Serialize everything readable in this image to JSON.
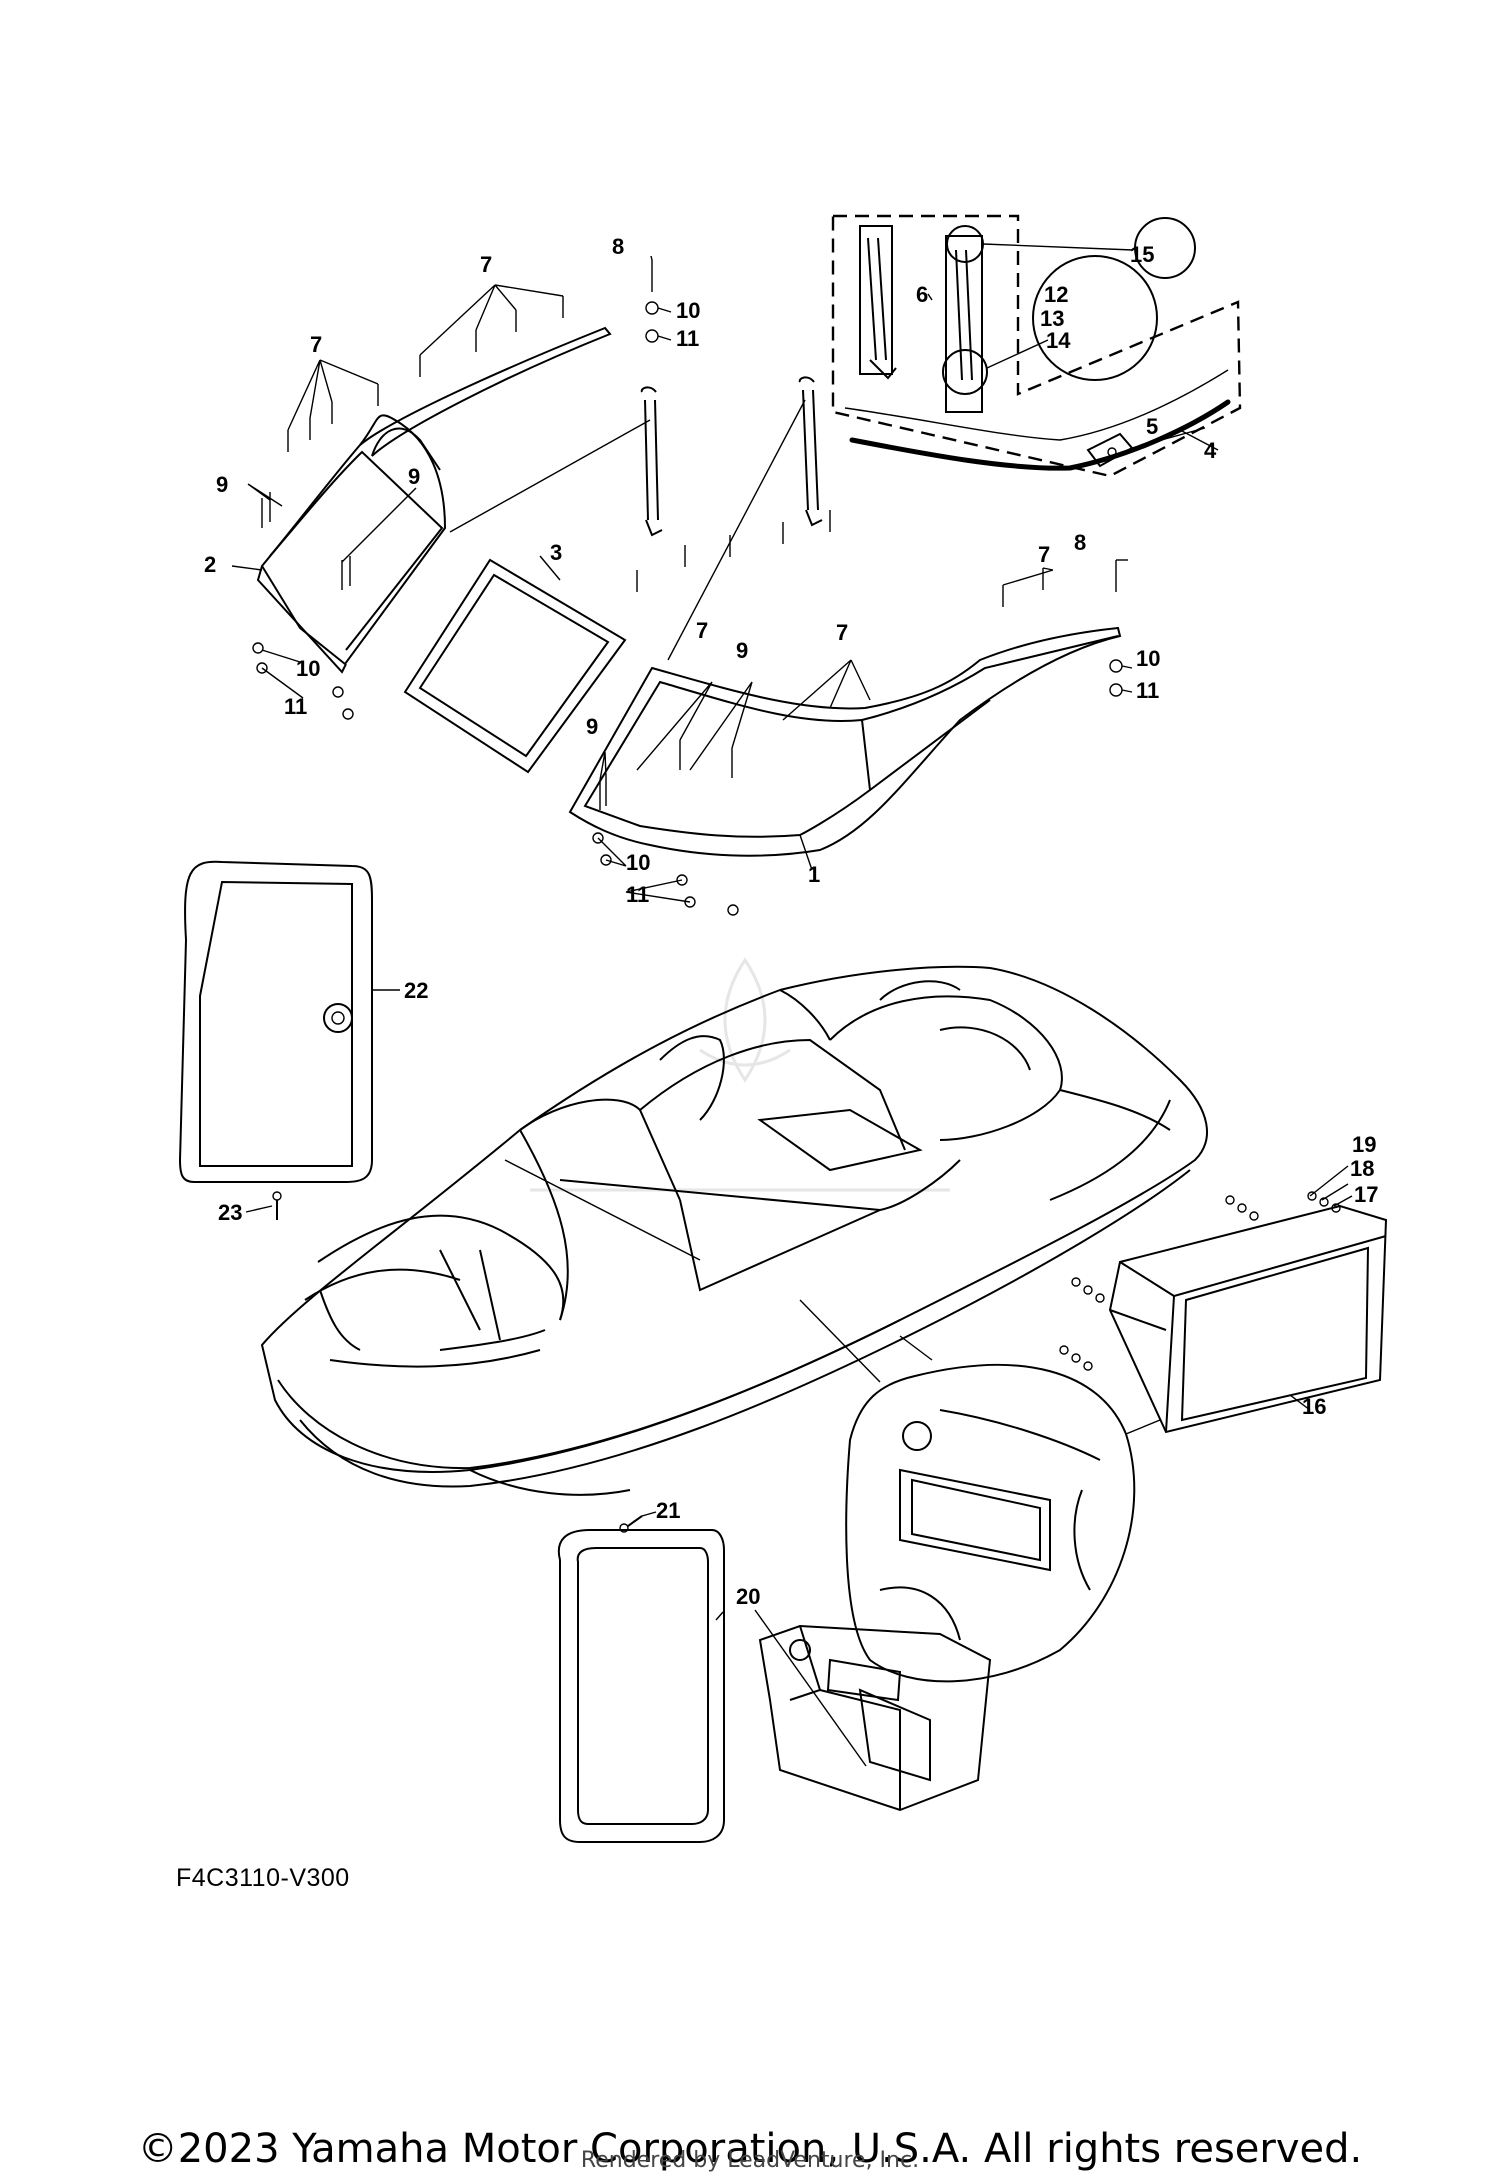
{
  "diagram": {
    "code": "F4C3110-V300",
    "copyright": "©2023 Yamaha Motor Corporation, U.S.A. All rights reserved.",
    "rendered_by": "Rendered by LeadVenture, Inc.",
    "callouts": {
      "n1": "1",
      "n2": "2",
      "n3": "3",
      "n4": "4",
      "n5": "5",
      "n6": "6",
      "n7": "7",
      "n8": "8",
      "n9": "9",
      "n10": "10",
      "n11": "11",
      "n12": "12",
      "n13": "13",
      "n14": "14",
      "n15": "15",
      "n16": "16",
      "n17": "17",
      "n18": "18",
      "n19": "19",
      "n20": "20",
      "n21": "21",
      "n22": "22",
      "n23": "23"
    }
  }
}
